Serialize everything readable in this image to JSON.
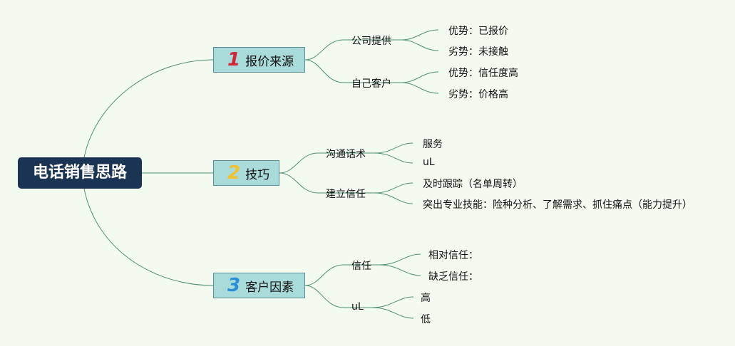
{
  "root": {
    "label": "电话销售思路"
  },
  "colors": {
    "background": "#f3fbf1",
    "root": "#1c3453",
    "branch": "#a9dbda",
    "line": "#4f8f74"
  },
  "branches": [
    {
      "number": "1",
      "number_color": "#d0263a",
      "label": "报价来源",
      "children": [
        {
          "label": "公司提供",
          "leaves": [
            "优势：已报价",
            "劣势：未接触"
          ]
        },
        {
          "label": "自己客户",
          "leaves": [
            "优势：信任度高",
            "劣势：价格高"
          ]
        }
      ]
    },
    {
      "number": "2",
      "number_color": "#f2c230",
      "label": "技巧",
      "children": [
        {
          "label": "沟通话术",
          "leaves": [
            "服务",
            "uL"
          ]
        },
        {
          "label": "建立信任",
          "leaves": [
            "及时跟踪（名单周转）",
            "突出专业技能：险种分析、了解需求、抓住痛点（能力提升）"
          ]
        }
      ]
    },
    {
      "number": "3",
      "number_color": "#2a8fd6",
      "label": "客户因素",
      "children": [
        {
          "label": "信任",
          "leaves": [
            "相对信任：",
            "缺乏信任："
          ]
        },
        {
          "label": "uL",
          "leaves": [
            "高",
            "低"
          ]
        }
      ]
    }
  ]
}
